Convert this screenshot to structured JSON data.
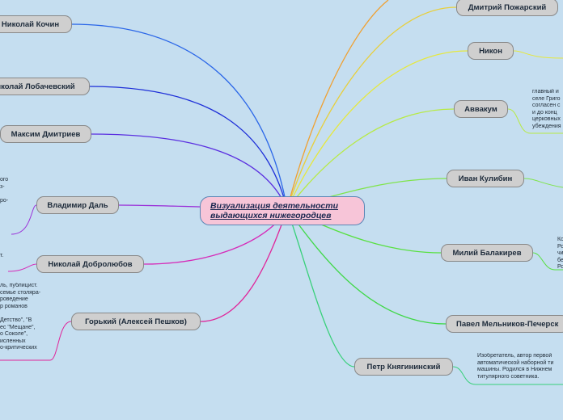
{
  "center": {
    "title": "Визуализация деятельности выдающихся нижегородцев"
  },
  "left_nodes": [
    {
      "id": "kochin",
      "label": "Николай Кочин",
      "color": "#2a66e8"
    },
    {
      "id": "lobachevsky",
      "label": "Николай Лобачевский",
      "color": "#1d2ed8"
    },
    {
      "id": "dmitriev",
      "label": "Максим Дмитриев",
      "color": "#5a2ee0"
    },
    {
      "id": "dal",
      "label": "Владимир Даль",
      "color": "#9a2ed8"
    },
    {
      "id": "dobrolyubov",
      "label": "Николай Добролюбов",
      "color": "#d62ab8"
    },
    {
      "id": "gorky",
      "label": "Горький (Алексей Пешков)",
      "color": "#e0259a"
    }
  ],
  "right_nodes": [
    {
      "id": "pozharsky",
      "label": "Дмитрий Пожарский",
      "color": "#e8cf3a"
    },
    {
      "id": "nikon",
      "label": "Никон",
      "color": "#e6e83c"
    },
    {
      "id": "avvakum",
      "label": "Аввакум",
      "color": "#b7ea44"
    },
    {
      "id": "kulibin",
      "label": "Иван Кулибин",
      "color": "#7fe44a"
    },
    {
      "id": "balakirev",
      "label": "Милий Балакирев",
      "color": "#58e040"
    },
    {
      "id": "melnikov",
      "label": "Павел Мельников-Печерск",
      "color": "#40d848"
    },
    {
      "id": "knyaginin",
      "label": "Петр Княгининский",
      "color": "#38d07a"
    }
  ],
  "orange_edge_color": "#f0a030",
  "notes": {
    "dal_note": "ого\nз-\n\nро-",
    "dobrolyubov_note": "т.",
    "gorky_note": "ль, публицист.\nсемье столяра-\nроведение\nр романов\n\nДетство\", \"В\nес \"Мещане\",\nо Соколе\",\nисленных\nо-критических",
    "avvakum_note": "главный и\nселе Григо\nсогласен с\nи до конц\nцерковных\nубеждения",
    "balakirev_note": "Ко\nРо\nчи\nбе\nРо",
    "knyaginin_note": "Изобретатель, автор первой\nавтоматической наборной ти\nмашины. Родился в Нижнем\nтитулярного советника."
  }
}
